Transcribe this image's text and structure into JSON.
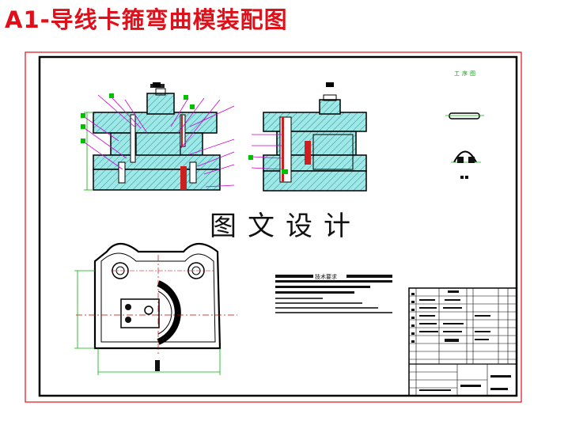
{
  "title": "A1-导线卡箍弯曲模装配图",
  "watermark": "图文设计",
  "process_label": "工序图",
  "tech_requirements_title": "技术要求",
  "colors": {
    "title": "#e0101a",
    "outer_border": "#e0101a",
    "frame": "#000000",
    "hatch_fill": "#9ee8e8",
    "leader_lines": "#cc00cc",
    "balloons": "#00c000",
    "centerline": "#cc0000",
    "dimension": "#00b000"
  }
}
